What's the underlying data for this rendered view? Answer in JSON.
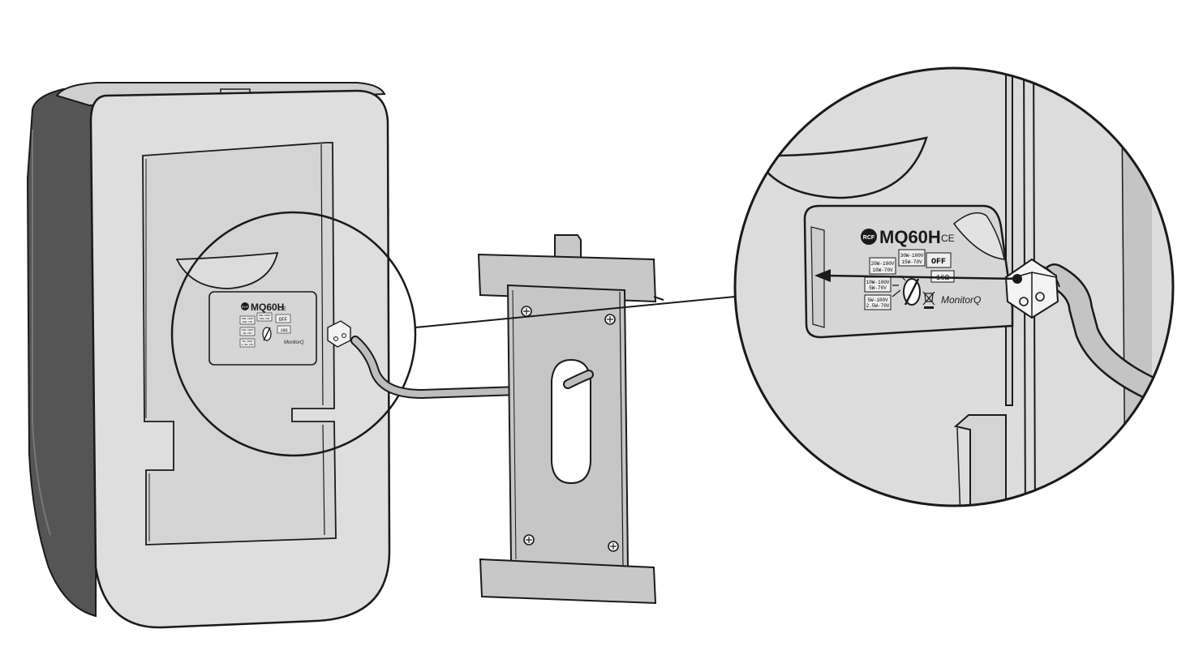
{
  "colors": {
    "background": "#ffffff",
    "body_light": "#dcdcdc",
    "body_side": "#555555",
    "bracket": "#c8c8c8",
    "outline": "#1a1a1a",
    "cable": "#bdbdbd"
  },
  "label_small": {
    "brand": "RCF",
    "model": "MQ60H",
    "ce": "CE",
    "taps": {
      "t1a": "20W-100V",
      "t1b": "10W-70V",
      "t2a": "30W-100V",
      "t2b": "15W-70V",
      "t3a": "10W-100V",
      "t3b": "5W-70V",
      "t4a": "5W-100V",
      "t4b": "2.5W-70V",
      "off": "OFF",
      "ohm": "16Ω"
    },
    "series_logo": "MonitorQ"
  },
  "label_zoom": {
    "brand": "RCF",
    "model": "MQ60H",
    "ce": "CE",
    "taps": {
      "t1a": "20W-100V",
      "t1b": "10W-70V",
      "t2a": "30W-100V",
      "t2b": "15W-70V",
      "t3a": "10W-100V",
      "t3b": "5W-70V",
      "t4a": "5W-100V",
      "t4b": "2.5W-70V",
      "off": "OFF",
      "ohm": "16Ω"
    },
    "series_logo": "MonitorQ"
  }
}
